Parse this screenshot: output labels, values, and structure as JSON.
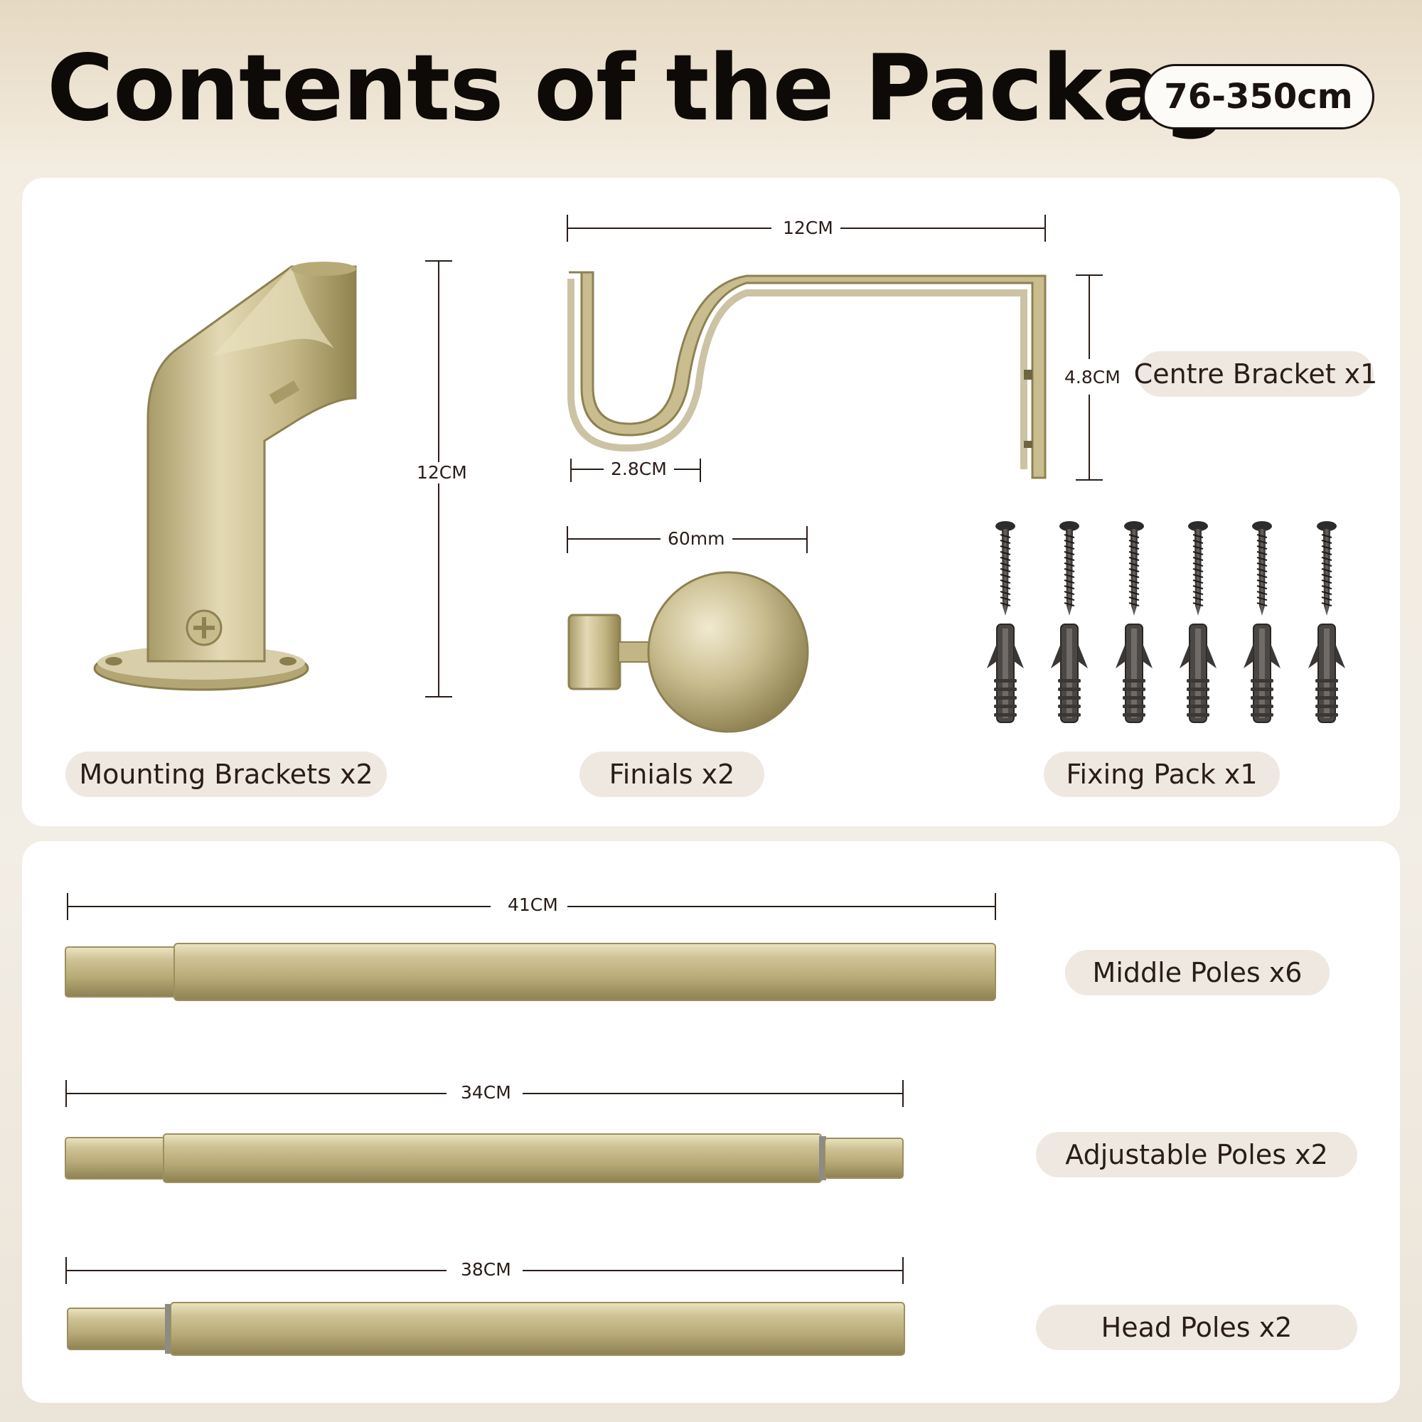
{
  "header": {
    "title": "Contents of the Package",
    "size_range": "76-350cm"
  },
  "parts": {
    "mounting_brackets": "Mounting Brackets x2",
    "finials": "Finials x2",
    "fixing_pack": "Fixing Pack x1",
    "centre_bracket": "Centre Bracket x1",
    "middle_poles": "Middle Poles x6",
    "adjustable_poles": "Adjustable Poles x2",
    "head_poles": "Head Poles x2"
  },
  "dimensions": {
    "bracket_height": "12CM",
    "centre_bracket_width": "12CM",
    "centre_bracket_height": "4.8CM",
    "centre_bracket_hook": "2.8CM",
    "finial_width": "60mm",
    "middle_pole_length": "41CM",
    "adjustable_pole_length": "34CM",
    "head_pole_length": "38CM"
  },
  "colors": {
    "brass": "#c9bd8f",
    "brass_dark": "#9c8f5f",
    "label_bg": "#efe8e1",
    "screw": "#3a3735"
  }
}
